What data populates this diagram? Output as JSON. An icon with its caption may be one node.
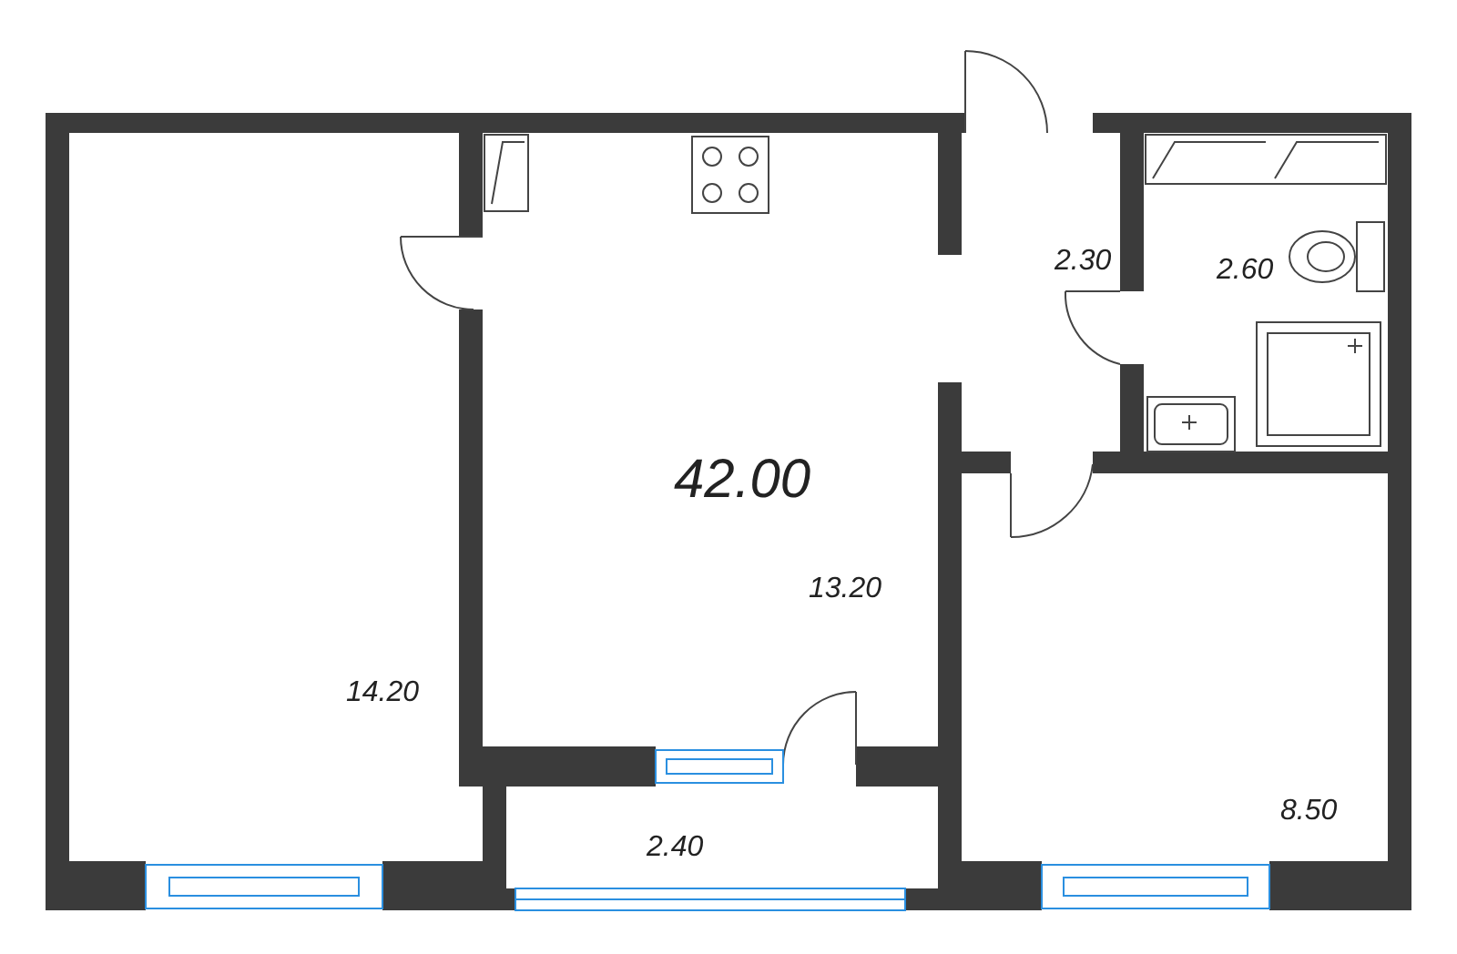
{
  "diagram": {
    "labels": [
      "2.30",
      "2.60",
      "42.00",
      "13.20",
      "14.20",
      "8.50",
      "2.40"
    ]
  }
}
